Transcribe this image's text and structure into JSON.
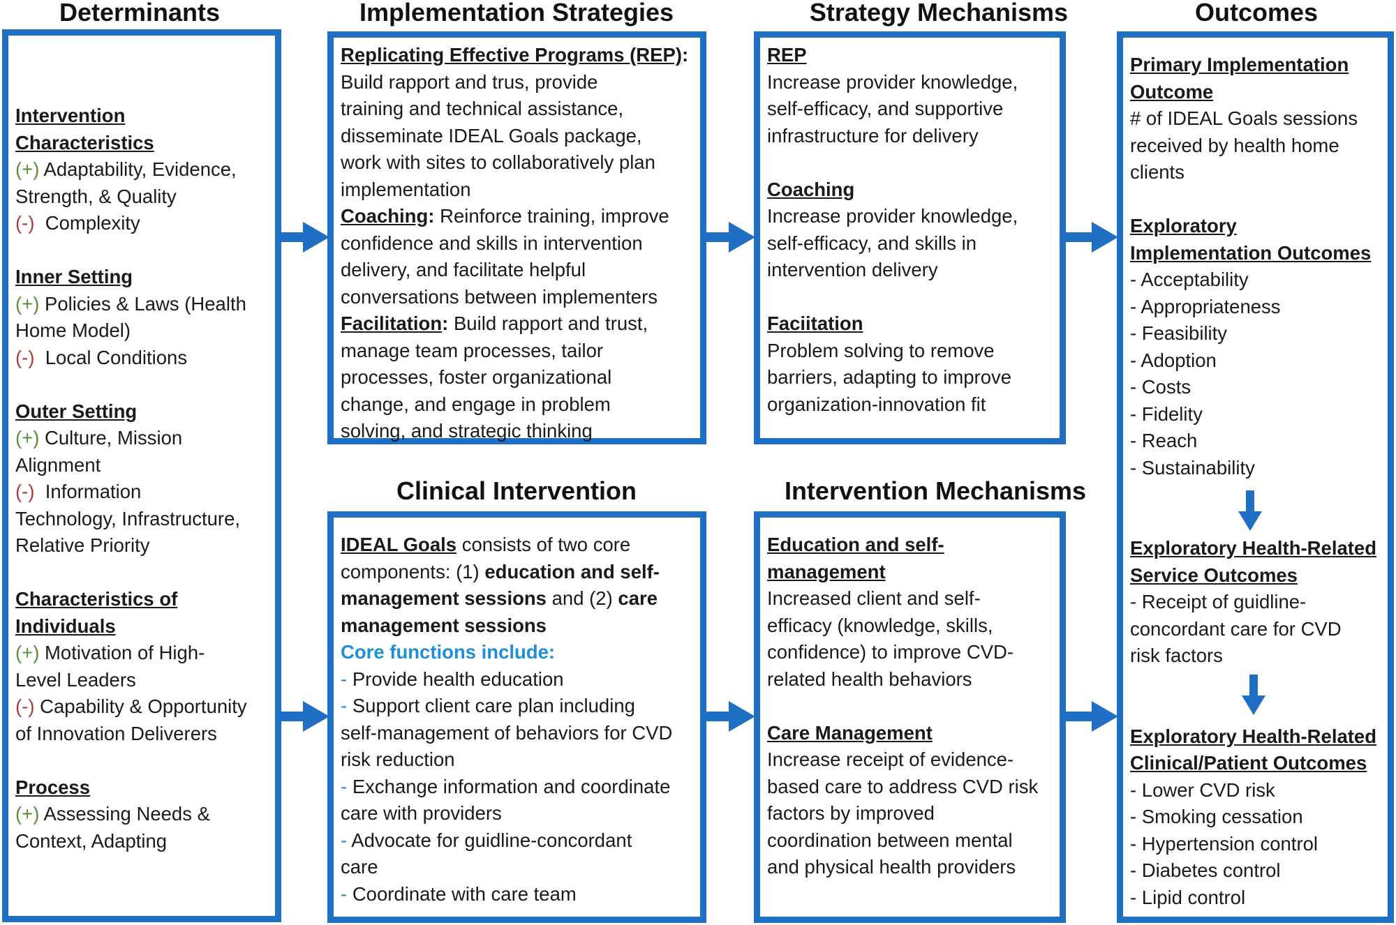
{
  "columns": {
    "determinants": "Determinants",
    "strategies": "Implementation Strategies",
    "strategy_mechanisms": "Strategy Mechanisms",
    "outcomes": "Outcomes",
    "clinical": "Clinical Intervention",
    "intervention_mechanisms": "Intervention Mechanisms"
  },
  "signs": {
    "plus": "(+)",
    "minus": "(-)"
  },
  "determinants": {
    "ic_h1": "Intervention",
    "ic_h2": "Characteristics",
    "ic_1": " Adaptability, Evidence,",
    "ic_1b": "Strength, & Quality",
    "ic_2": "  Complexity",
    "is_h": "Inner Setting",
    "is_1": " Policies & Laws (Health",
    "is_1b": "Home Model)",
    "is_2": "  Local Conditions",
    "os_h": "Outer Setting",
    "os_1": " Culture, Mission",
    "os_1b": "Alignment",
    "os_2": "  Information",
    "os_2b": "Technology, Infrastructure,",
    "os_2c": "Relative Priority",
    "ci_h1": "Characteristics of",
    "ci_h2": "Individuals",
    "ci_1": " Motivation of High-",
    "ci_1b": "Level Leaders",
    "ci_2": " Capability & Opportunity",
    "ci_2b": "of Innovation Deliverers",
    "pr_h": "Process",
    "pr_1": " Assessing Needs &",
    "pr_1b": "Context, Adapting"
  },
  "strategies": {
    "rep_h": "Replicating Effective Programs (REP)",
    "rep_colon": ":",
    "rep_l1": "Build rapport and trus, provide",
    "rep_l2": "training and technical assistance,",
    "rep_l3": "disseminate IDEAL Goals package,",
    "rep_l4": "work with sites to collaboratively plan",
    "rep_l5": "implementation",
    "coach_h": "Coaching",
    "coach_colon": ":",
    "coach_l1": " Reinforce training, improve",
    "coach_l2": "confidence and skills in intervention",
    "coach_l3": "delivery, and facilitate helpful",
    "coach_l4": "conversations between implementers",
    "fac_h": "Facilitation",
    "fac_colon": ":",
    "fac_l1": " Build rapport and trust,",
    "fac_l2": "manage team processes, tailor",
    "fac_l3": "processes, foster organizational",
    "fac_l4": "change, and engage in problem",
    "fac_l5": "solving, and strategic thinking"
  },
  "strategy_mechanisms": {
    "rep_h": "REP",
    "rep_l1": "Increase provider knowledge,",
    "rep_l2": "self-efficacy, and supportive",
    "rep_l3": "infrastructure for delivery",
    "coach_h": "Coaching",
    "coach_l1": "Increase provider knowledge,",
    "coach_l2": "self-efficacy, and skills in",
    "coach_l3": "intervention delivery",
    "fac_h": "Faciitation",
    "fac_l1": "Problem solving to remove",
    "fac_l2": "barriers, adapting to improve",
    "fac_l3": "organization-innovation fit"
  },
  "clinical": {
    "ideal": "IDEAL Goals",
    "l1a": " consists of two core",
    "l2a": "components: (1) ",
    "l2b": "education and self-",
    "l3a": "management sessions",
    "l3b": " and (2) ",
    "l3c": "care",
    "l4": "management sessions",
    "core": "Core functions include:",
    "dash": "- ",
    "f1": "Provide health education",
    "f2": "Support client care plan including",
    "f2b": "self-management of behaviors for CVD",
    "f2c": "risk reduction",
    "f3": "Exchange information and coordinate",
    "f3b": "care with providers",
    "f4": "Advocate for guidline-concordant",
    "f4b": "care",
    "f5": "Coordinate with care team"
  },
  "intervention_mechanisms": {
    "edu_h1": "Education and self-",
    "edu_h2": "management",
    "edu_l1": "Increased client and self-",
    "edu_l2": "efficacy (knowledge, skills,",
    "edu_l3": "confidence) to improve CVD-",
    "edu_l4": "related health behaviors",
    "care_h": "Care Management",
    "care_l1": "Increase receipt of evidence-",
    "care_l2": "based care to address CVD risk",
    "care_l3": "factors by improved",
    "care_l4": "coordination between mental",
    "care_l5": "and physical health providers"
  },
  "outcomes": {
    "prim_h1": "Primary Implementation",
    "prim_h2": "Outcome",
    "prim_l1": "# of IDEAL Goals sessions",
    "prim_l2": "received by health home",
    "prim_l3": "clients",
    "expl_h1": "Exploratory",
    "expl_h2": "Implementation Outcomes",
    "expl_items": [
      "- Acceptability",
      "- Appropriateness",
      "- Feasibility",
      "- Adoption",
      "- Costs",
      "- Fidelity",
      "- Reach",
      "- Sustainability"
    ],
    "svc_h1": "Exploratory Health-Related",
    "svc_h2": "Service Outcomes",
    "svc_l1": "- Receipt of guidline-",
    "svc_l2": "concordant care for CVD",
    "svc_l3": "risk factors",
    "clin_h1": "Exploratory Health-Related",
    "clin_h2": "Clinical/Patient Outcomes",
    "clin_items": [
      "- Lower CVD risk",
      "- Smoking cessation",
      "- Hypertension control",
      "- Diabetes control",
      "- Lipid control"
    ]
  },
  "colors": {
    "border": "#1f6fc4",
    "plus": "#5a8f3c",
    "minus": "#b03a3a",
    "core_functions": "#1f8fd6"
  }
}
